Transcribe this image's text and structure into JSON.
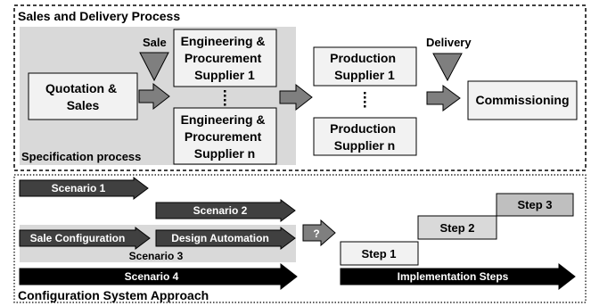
{
  "top_section": {
    "title": "Sales and Delivery Process",
    "spec_label": "Specification process",
    "sale_label": "Sale",
    "delivery_label": "Delivery",
    "quotation": [
      "Quotation &",
      "Sales"
    ],
    "eng_supplier_1": [
      "Engineering &",
      "Procurement",
      "Supplier 1"
    ],
    "eng_supplier_n": [
      "Engineering &",
      "Procurement",
      "Supplier n"
    ],
    "prod_supplier_1": [
      "Production",
      "Supplier 1"
    ],
    "prod_supplier_n": [
      "Production",
      "Supplier n"
    ],
    "commissioning": "Commissioning"
  },
  "bottom_section": {
    "title": "Configuration System Approach",
    "scenario_1": "Scenario 1",
    "scenario_2": "Scenario 2",
    "sale_configuration": "Sale Configuration",
    "design_automation": "Design Automation",
    "scenario_3": "Scenario 3",
    "scenario_4": "Scenario 4",
    "question": "?",
    "step_1": "Step 1",
    "step_2": "Step 2",
    "step_3": "Step 3",
    "implementation_steps": "Implementation Steps"
  },
  "colors": {
    "spec_bg": "#d9d9d9",
    "box_fill": "#f2f2f2",
    "arrow_gray": "#7f7f7f",
    "arrow_dark": "#404040",
    "arrow_black": "#000000",
    "step1": "#f2f2f2",
    "step2": "#d9d9d9",
    "step3": "#bfbfbf"
  }
}
